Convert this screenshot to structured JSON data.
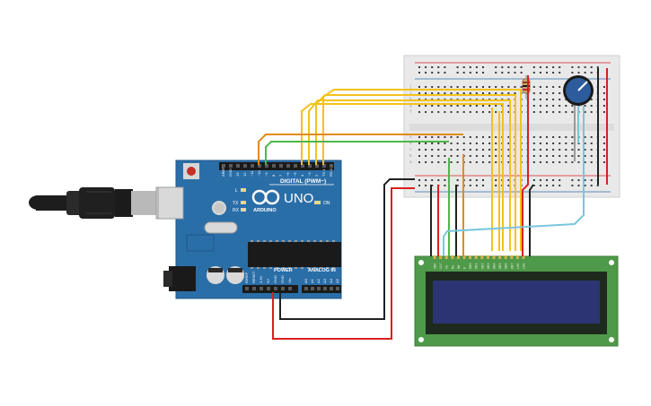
{
  "diagram": {
    "arduino": {
      "brand": "ARDUINO",
      "model": "UNO",
      "header_digital": "DIGITAL (PWM~)",
      "header_power": "POWER",
      "header_analog": "ANALOG IN",
      "led_labels": [
        "L",
        "TX",
        "RX"
      ],
      "on_label": "ON",
      "top_pin_labels": [
        "AREF",
        "GND",
        "13",
        "12",
        "~11",
        "~10",
        "~9",
        "8",
        "7",
        "~6",
        "~5",
        "4",
        "~3",
        "2",
        "TX 1",
        "RX 0"
      ],
      "power_pin_labels": [
        "IOREF",
        "RESET",
        "3.3V",
        "5V",
        "GND",
        "GND",
        "Vin"
      ],
      "analog_pin_labels": [
        "A0",
        "A1",
        "A2",
        "A3",
        "A4",
        "A5"
      ]
    },
    "breadboard": {
      "row_letters_top": [
        "j",
        "i",
        "h",
        "g",
        "f"
      ],
      "row_letters_bottom": [
        "e",
        "d",
        "c",
        "b",
        "a"
      ]
    },
    "lcd": {
      "pin_labels": [
        "GND",
        "VCC",
        "V0",
        "RS",
        "RW",
        "E",
        "DB0",
        "DB1",
        "DB2",
        "DB3",
        "DB4",
        "DB5",
        "DB6",
        "DB7",
        "LED",
        "LED"
      ]
    },
    "colors": {
      "board": "#2a6ea8",
      "breadboard": "#e9e9e9",
      "lcd_pcb": "#4f9a4a",
      "lcd_screen": "#2c3474",
      "wire_yellow": "#f2c21b",
      "wire_orange": "#e38a12",
      "wire_green": "#4cb848",
      "wire_red": "#d8201f",
      "wire_black": "#222222",
      "wire_cyan": "#78c6dc",
      "pot_knob": "#2c5c9c"
    }
  }
}
